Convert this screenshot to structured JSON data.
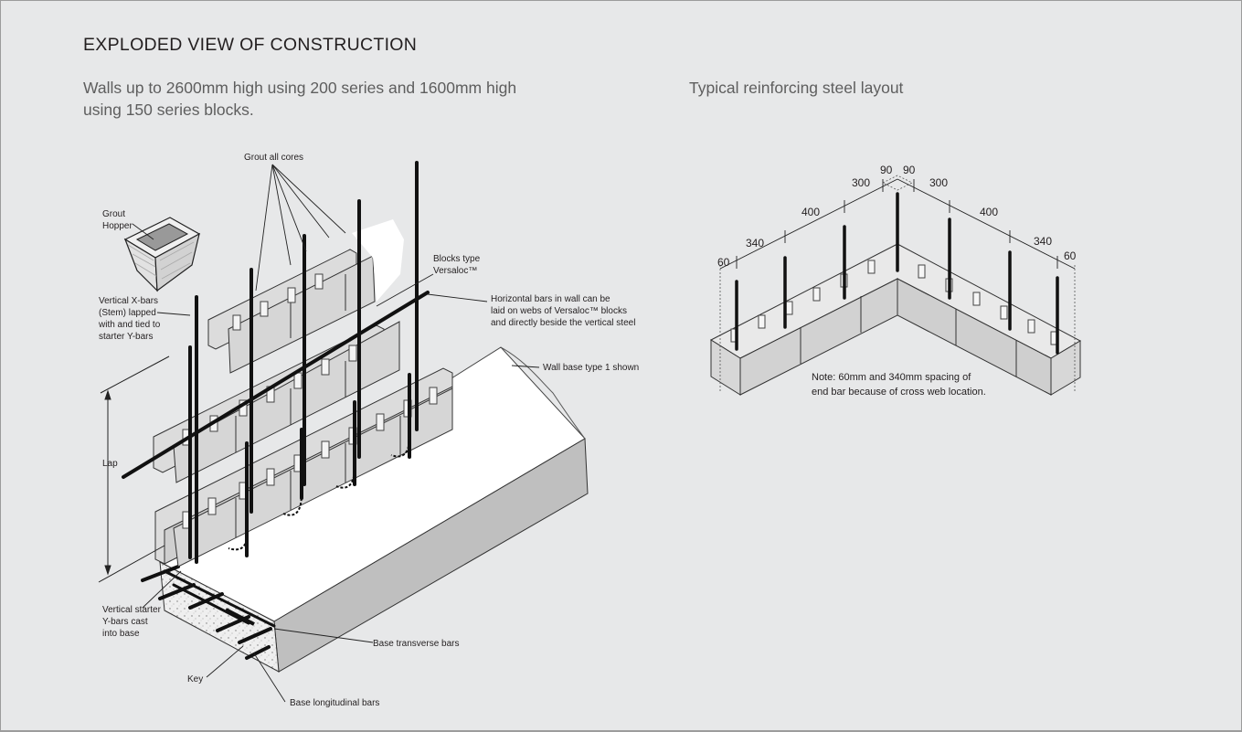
{
  "heading": "EXPLODED VIEW OF CONSTRUCTION",
  "left_subtitle_lines": [
    "Walls up to 2600mm high using 200 series and 1600mm high",
    "using 150 series blocks."
  ],
  "right_subtitle": "Typical reinforcing steel layout",
  "exploded_labels": {
    "grout_all_cores": "Grout all cores",
    "grout_hopper": [
      "Grout",
      "Hopper"
    ],
    "blocks_type": [
      "Blocks type",
      "Versaloc™"
    ],
    "horizontal_bars": [
      "Horizontal bars in wall can be",
      "laid on webs of Versaloc™ blocks",
      "and directly beside the vertical steel"
    ],
    "vertical_x_bars": [
      "Vertical X-bars",
      "(Stem) lapped",
      "with and tied to",
      "starter Y-bars"
    ],
    "wall_base": "Wall base type 1 shown",
    "lap": "Lap",
    "vertical_starter": [
      "Vertical starter",
      "Y-bars cast",
      "into base"
    ],
    "base_transverse": "Base transverse bars",
    "key": "Key",
    "base_longitudinal": "Base longitudinal bars"
  },
  "steel_layout": {
    "dims": [
      "60",
      "340",
      "400",
      "300",
      "90",
      "90",
      "300",
      "400",
      "340",
      "60"
    ],
    "note_lines": [
      "Note: 60mm and 340mm spacing of",
      "end bar because of cross web location."
    ]
  }
}
